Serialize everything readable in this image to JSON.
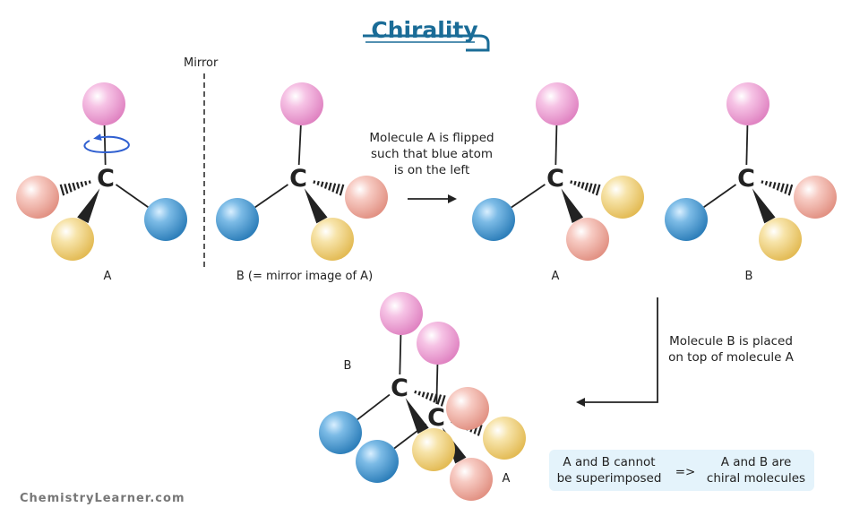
{
  "title": "Chirality",
  "mirror_label": "Mirror",
  "labels": {
    "molecule_a": "A",
    "molecule_b_mirror": "B (= mirror image of A)",
    "molecule_a2": "A",
    "molecule_b2": "B",
    "overlay_b": "B",
    "overlay_a": "A"
  },
  "carbon_symbol": "C",
  "flip_note": [
    "Molecule A is flipped",
    "such that blue atom",
    "is on the left"
  ],
  "place_note": [
    "Molecule B is placed",
    "on top of molecule A"
  ],
  "conclusion": {
    "left": [
      "A and B cannot",
      "be superimposed"
    ],
    "arrow": "=>",
    "right": [
      "A and B are",
      "chiral molecules"
    ]
  },
  "brand": "ChemistryLearner.com",
  "colors": {
    "pink": "#ef9fd2",
    "salmon": "#f0aaa0",
    "yellow": "#f2d27d",
    "blue": "#4b9ed3",
    "title": "#1a6c97",
    "rotate_arrow": "#2f5fd0",
    "conclusion_bg": "#e4f3fb"
  }
}
